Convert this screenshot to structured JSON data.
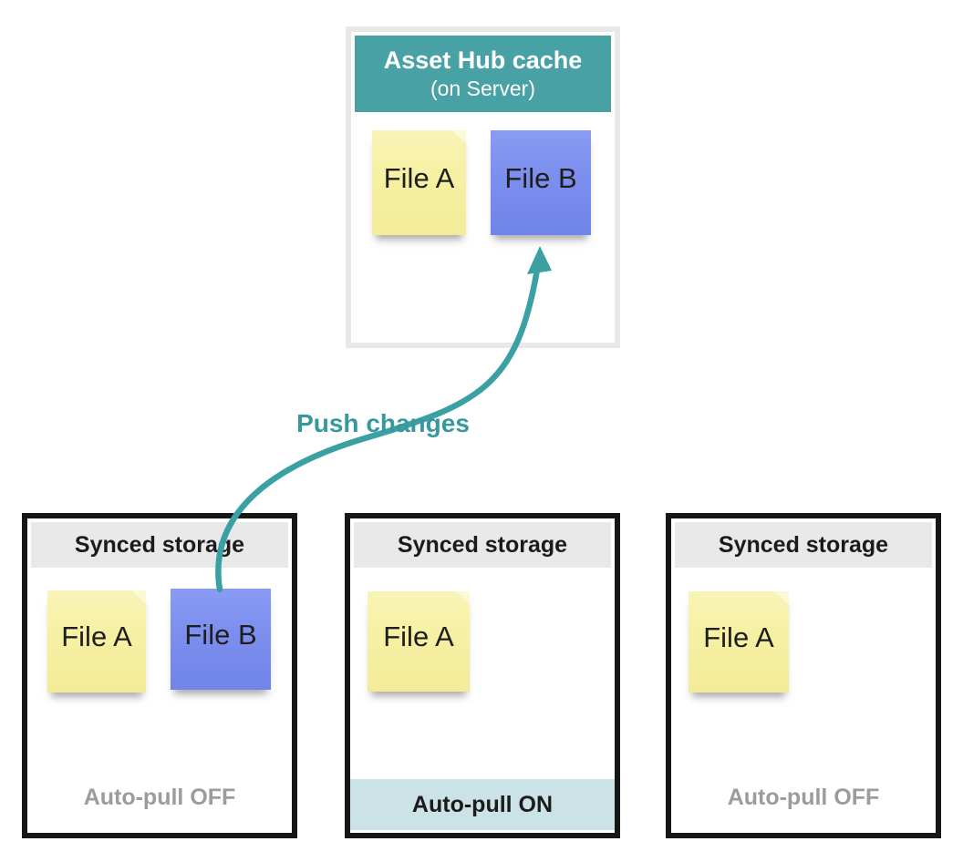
{
  "server_box": {
    "title": "Asset Hub cache",
    "subtitle": "(on Server)",
    "files": [
      {
        "label": "File A",
        "color": "yellow"
      },
      {
        "label": "File B",
        "color": "blue"
      }
    ]
  },
  "arrow": {
    "label": "Push changes",
    "from": "client-1 File B",
    "to": "server File B"
  },
  "clients": [
    {
      "title": "Synced storage",
      "files": [
        {
          "label": "File A",
          "color": "yellow"
        },
        {
          "label": "File B",
          "color": "blue"
        }
      ],
      "footer": "Auto-pull OFF",
      "footer_state": "off"
    },
    {
      "title": "Synced storage",
      "files": [
        {
          "label": "File A",
          "color": "yellow"
        }
      ],
      "footer": "Auto-pull ON",
      "footer_state": "on"
    },
    {
      "title": "Synced storage",
      "files": [
        {
          "label": "File A",
          "color": "yellow"
        }
      ],
      "footer": "Auto-pull OFF",
      "footer_state": "off"
    }
  ],
  "colors": {
    "server_header_teal": "#48a2a5",
    "arrow_teal": "#3aa0a4",
    "label_teal": "#35999e",
    "note_yellow": "#f7f1a6",
    "note_blue": "#7d90ef",
    "client_header_gray": "#e9e9e9",
    "footer_on_bg": "#cbe2e6",
    "footer_off_text": "#9c9c9c",
    "client_border": "#161616",
    "server_border": "#e8e8e8"
  }
}
